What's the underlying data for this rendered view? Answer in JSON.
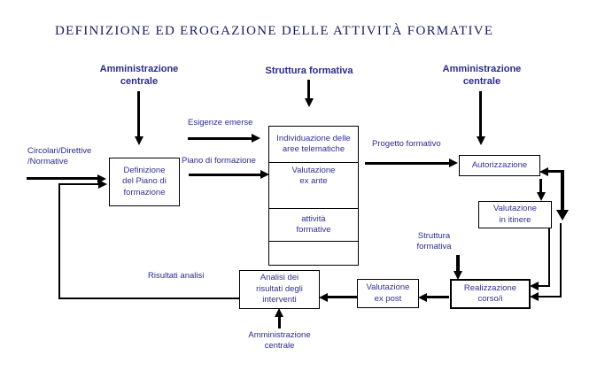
{
  "title": "DEFINIZIONE ED EROGAZIONE DELLE ATTIVITÀ FORMATIVE",
  "headers": {
    "admin_left": "Amministrazione\ncentrale",
    "struttura_center": "Struttura formativa",
    "admin_right": "Amministrazione\ncentrale"
  },
  "boxes": {
    "definizione": "Definizione\ndel Piano di\nformazione",
    "individuazione": "Individuazione delle\naree telematiche",
    "valutazione_ex_ante": "Valutazione\nex ante",
    "attivita_formative": "attività\nformative",
    "autorizzazione": "Autorizzazione",
    "valutazione_in_itinere": "Valutazione\nin itinere",
    "valutazione_ex_post": "Valutazione\nex post",
    "realizzazione_corsi": "Realizzazione\ncorso/i",
    "analisi_risultati": "Analisi dei\nrisultati degli\ninterventi"
  },
  "labels": {
    "circolari": "Circolari/Direttive\n/Normative",
    "esigenze_emerse": "Esigenze emerse",
    "piano_di_formazione": "Piano di formazione",
    "progetto_formativo": "Progetto formativo",
    "struttura_formativa_bottom": "Struttura\nformativa",
    "risultati_analisi": "Risultati analisi",
    "amministrazione_centrale_bottom": "Amministrazione\ncentrale"
  },
  "colors": {
    "background": "#ffffff",
    "title_text": "#1b1b64",
    "label_text": "#2b2b8c",
    "box_text": "#31318f",
    "line": "#000000"
  }
}
